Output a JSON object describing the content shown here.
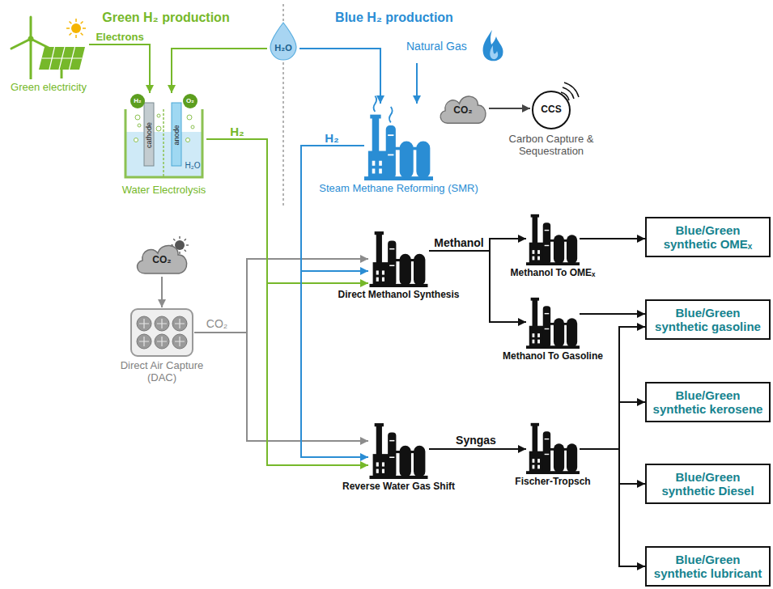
{
  "diagram": {
    "nodes": [
      {
        "text": [
          "Green electricity"
        ]
      },
      {
        "text": [
          "Water Electrolysis"
        ]
      },
      {
        "text": [
          "H₂O"
        ]
      },
      {
        "text": [
          "Natural Gas"
        ]
      },
      {
        "text": [
          "Steam Methane Reforming (SMR)"
        ]
      },
      {
        "text": [
          "CO₂"
        ]
      },
      {
        "text": [
          "CCS",
          "Carbon Capture & Sequestration"
        ]
      },
      {
        "text": [
          "CO₂"
        ]
      },
      {
        "text": [
          "Direct Air Capture (DAC)"
        ]
      },
      {
        "text": [
          "Direct Methanol Synthesis"
        ]
      },
      {
        "text": [
          "Reverse Water Gas Shift"
        ]
      },
      {
        "text": [
          "Methanol To OMEₓ"
        ]
      },
      {
        "text": [
          "Methanol To Gasoline"
        ]
      },
      {
        "text": [
          "Fischer-Tropsch"
        ]
      },
      {
        "text": [
          "Blue/Green synthetic OMEₓ"
        ]
      },
      {
        "text": [
          "Blue/Green synthetic gasoline"
        ]
      },
      {
        "text": [
          "Blue/Green synthetic kerosene"
        ]
      },
      {
        "text": [
          "Blue/Green synthetic Diesel"
        ]
      },
      {
        "text": [
          "Blue/Green synthetic lubricant"
        ]
      }
    ],
    "edges": [
      {
        "from": 0,
        "to": 1,
        "label": "Electrons",
        "arrow": "to"
      },
      {
        "from": 2,
        "to": 1,
        "arrow": "to"
      },
      {
        "from": 2,
        "to": 4,
        "arrow": "to"
      },
      {
        "from": 3,
        "to": 4,
        "arrow": "to"
      },
      {
        "from": 5,
        "to": 6,
        "arrow": "to"
      },
      {
        "from": 7,
        "to": 8,
        "arrow": "to"
      },
      {
        "from": 8,
        "to": 9,
        "label": "CO₂",
        "arrow": "to"
      },
      {
        "from": 8,
        "to": 10,
        "arrow": "to"
      },
      {
        "from": 1,
        "to": 9,
        "label": "H₂",
        "arrow": "to"
      },
      {
        "from": 1,
        "to": 10,
        "arrow": "to"
      },
      {
        "from": 4,
        "to": 9,
        "label": "H₂",
        "arrow": "to"
      },
      {
        "from": 4,
        "to": 10,
        "arrow": "to"
      },
      {
        "from": 9,
        "to": 11,
        "label": "Methanol",
        "arrow": "to"
      },
      {
        "from": 9,
        "to": 12,
        "arrow": "to"
      },
      {
        "from": 10,
        "to": 13,
        "label": "Syngas",
        "arrow": "to"
      },
      {
        "from": 11,
        "to": 14,
        "arrow": "to"
      },
      {
        "from": 12,
        "to": 15,
        "arrow": "to"
      },
      {
        "from": 13,
        "to": 15,
        "arrow": "to"
      },
      {
        "from": 13,
        "to": 16,
        "arrow": "to"
      },
      {
        "from": 13,
        "to": 17,
        "arrow": "to"
      },
      {
        "from": 13,
        "to": 18,
        "arrow": "to"
      }
    ],
    "labels": [
      "Green H₂ production",
      "Blue H₂ production",
      "H₂",
      "O₂",
      "cathode",
      "anode",
      "H₂O"
    ]
  }
}
